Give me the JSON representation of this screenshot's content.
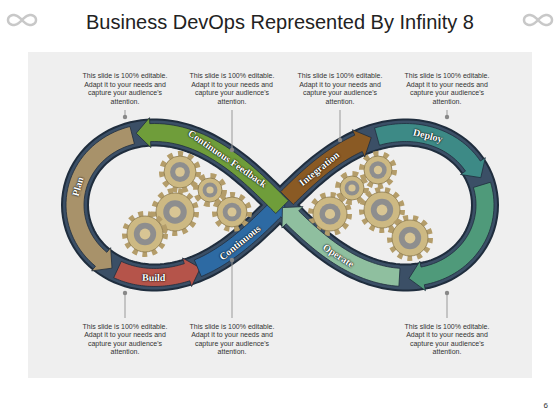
{
  "diagram": {
    "title": "Business DevOps Represented By Infinity 8",
    "nodes": [
      {
        "text": [
          "Plan"
        ]
      },
      {
        "text": [
          "Build"
        ]
      },
      {
        "text": [
          "Continuous"
        ]
      },
      {
        "text": [
          "Continuous Feedback"
        ]
      },
      {
        "text": [
          "Integration"
        ]
      },
      {
        "text": [
          "Deploy"
        ]
      },
      {
        "text": [
          "Operate"
        ]
      }
    ],
    "labels": [
      "This slide is 100% editable. Adapt it to your needs and capture your audience's attention.",
      "This slide is 100% editable. Adapt it to your needs and capture your audience's attention.",
      "This slide is 100% editable. Adapt it to your needs and capture your audience's attention.",
      "This slide is 100% editable. Adapt it to your needs and capture your audience's attention.",
      "This slide is 100% editable. Adapt it to your needs and capture your audience's attention.",
      "This slide is 100% editable. Adapt it to your needs and capture your audience's attention.",
      "This slide is 100% editable. Adapt it to your needs and capture your audience's attention.",
      "6"
    ]
  }
}
